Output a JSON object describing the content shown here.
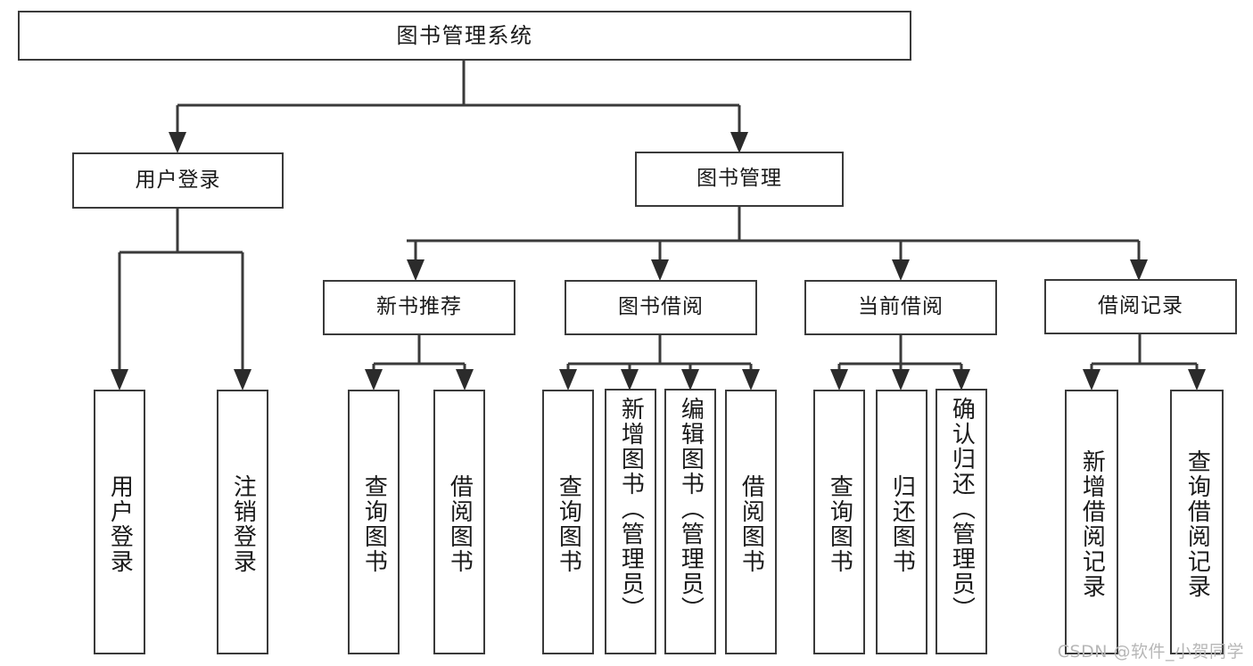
{
  "diagram": {
    "title_node": {
      "label": "图书管理系统"
    },
    "level2": [
      {
        "label": "用户登录"
      },
      {
        "label": "图书管理"
      }
    ],
    "level3": [
      {
        "label": "新书推荐"
      },
      {
        "label": "图书借阅"
      },
      {
        "label": "当前借阅"
      },
      {
        "label": "借阅记录"
      }
    ],
    "leaves": {
      "user_login": [
        {
          "label": "用户登录"
        },
        {
          "label": "注销登录"
        }
      ],
      "new_book_recommend": [
        {
          "label": "查询图书"
        },
        {
          "label": "借阅图书"
        }
      ],
      "book_borrow": [
        {
          "label": "查询图书"
        },
        {
          "label": "新增图书（管理员）"
        },
        {
          "label": "编辑图书（管理员）"
        },
        {
          "label": "借阅图书"
        }
      ],
      "current_borrow": [
        {
          "label": "查询图书"
        },
        {
          "label": "归还图书"
        },
        {
          "label": "确认归还（管理员）"
        }
      ],
      "borrow_record": [
        {
          "label": "新增借阅记录"
        },
        {
          "label": "查询借阅记录"
        }
      ]
    }
  },
  "watermark": {
    "text": "CSDN @软件_小贺同学"
  },
  "colors": {
    "stroke": "#3a3a3a",
    "background": "#ffffff",
    "text": "#1a1a1a",
    "watermark": "#b7b7b7"
  }
}
